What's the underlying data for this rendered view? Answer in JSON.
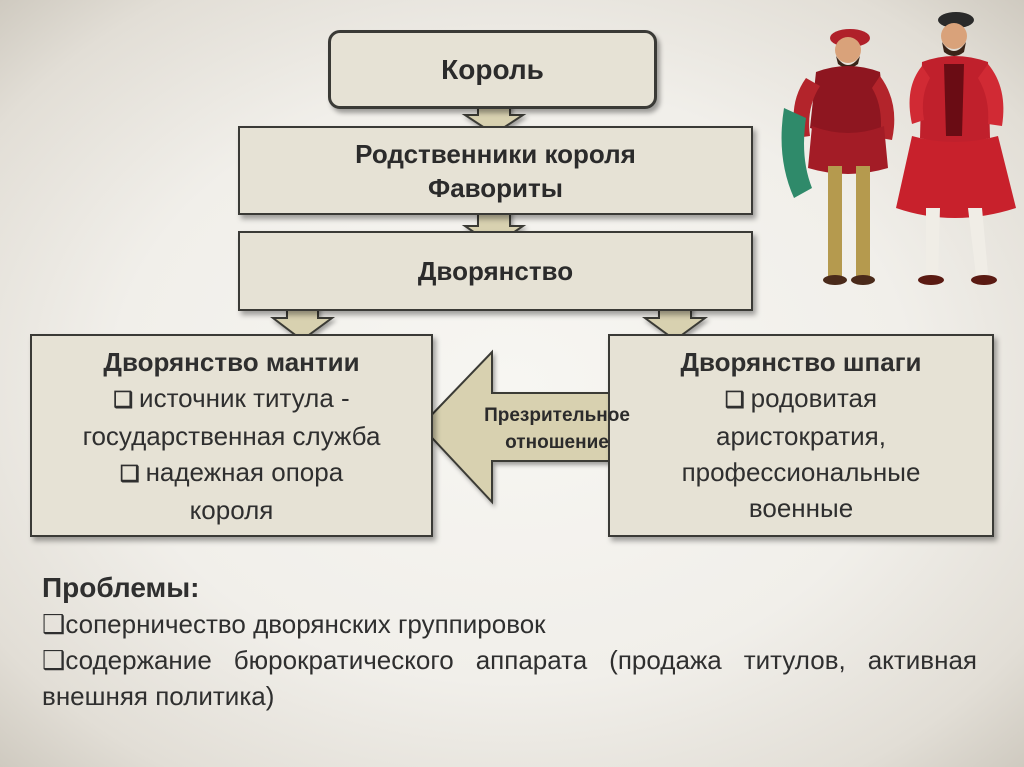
{
  "diagram": {
    "king": "Король",
    "relatives": {
      "line1": "Родственники короля",
      "line2": "Фавориты"
    },
    "nobility": "Дворянство",
    "robe": {
      "title": "Дворянство мантии",
      "item1_line1": "источник титула -",
      "item1_line2": "государственная служба",
      "item2_line1": "надежная опора",
      "item2_line2": "короля"
    },
    "sword": {
      "title": "Дворянство шпаги",
      "item1_line1": "родовитая",
      "item1_line2": "аристократия,",
      "item1_line3": "профессиональные",
      "item1_line4": "военные"
    },
    "contempt": {
      "line1": "Презрительное",
      "line2": "отношение"
    },
    "checkbox_glyph": "❑"
  },
  "problems": {
    "title": "Проблемы:",
    "items": [
      "соперничество дворянских группировок",
      "содержание бюрократического аппарата (продажа титулов, активная внешняя политика)"
    ]
  },
  "colors": {
    "box_fill": "#e6e2d5",
    "arrow_fill": "#d8d1b0",
    "border": "#3a3a36",
    "text": "#2b2b2b"
  },
  "illustration": {
    "subject": "two-renaissance-noblemen-in-red-costume"
  }
}
